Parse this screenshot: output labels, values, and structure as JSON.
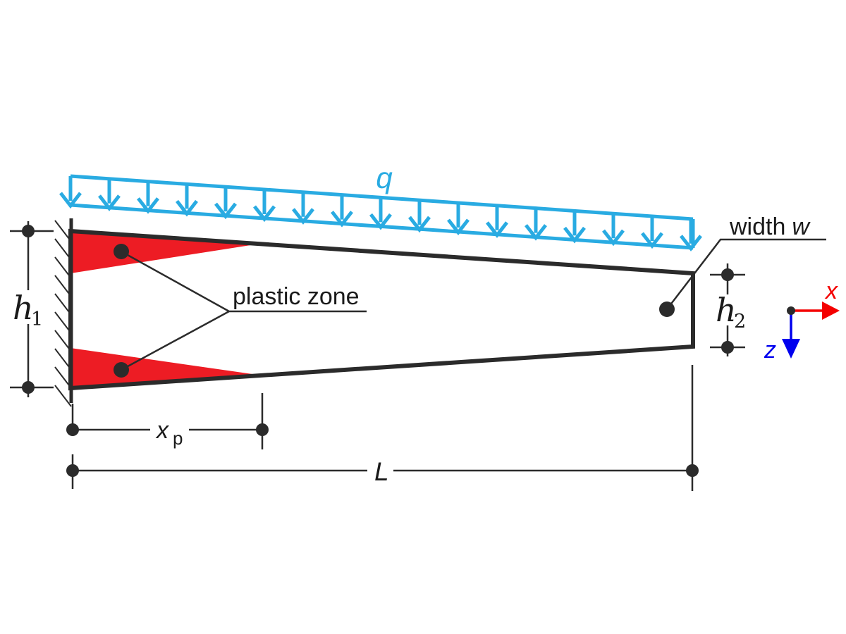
{
  "diagram": {
    "title": "Tapered cantilever beam fixed at a wall, carrying a downward distributed load, with plastic zones at the fixed end",
    "load": {
      "label": "q",
      "arrow_count": 17,
      "direction": "down"
    },
    "plastic_zone": {
      "label": "plastic zone",
      "zone_count": 2
    },
    "width_label": {
      "text": "width",
      "symbol": "w"
    },
    "dimensions": {
      "h1": {
        "base": "h",
        "sub": "1"
      },
      "h2": {
        "base": "h",
        "sub": "2"
      },
      "xp": {
        "base": "x",
        "sub": "p"
      },
      "length": {
        "label": "L"
      }
    },
    "axes": {
      "x_label": "x",
      "z_label": "z"
    }
  },
  "colors": {
    "background": "#FFFFFF",
    "load": "#29ABE2",
    "plastic": "#ED1C24",
    "ink": "#2B2B2B",
    "text": "#1A1A1A",
    "axis_x": "#F40000",
    "axis_z": "#0000EE"
  }
}
